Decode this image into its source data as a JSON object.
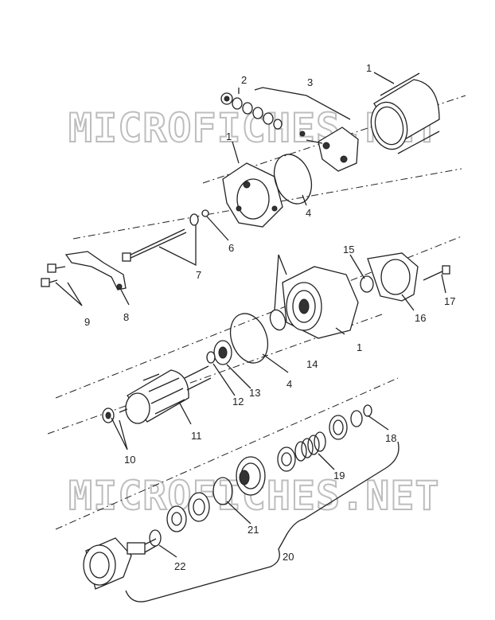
{
  "watermarks": [
    "MICROFICHES.NET",
    "MICROFICHES.NET"
  ],
  "callouts": [
    "1",
    "2",
    "3",
    "1",
    "4",
    "6",
    "7",
    "9",
    "8",
    "15",
    "17",
    "16",
    "1",
    "14",
    "4",
    "13",
    "12",
    "11",
    "10",
    "18",
    "19",
    "21",
    "20",
    "22"
  ]
}
